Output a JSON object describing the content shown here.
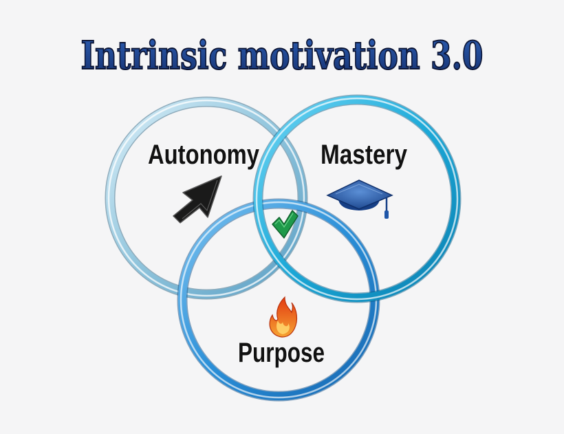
{
  "title": "Intrinsic motivation 3.0",
  "circles": [
    {
      "id": "autonomy",
      "label": "Autonomy",
      "icon": "cursor-arrow-icon",
      "ring_color": "#8fc4dc"
    },
    {
      "id": "mastery",
      "label": "Mastery",
      "icon": "graduation-cap-icon",
      "ring_color": "#1ca9d8"
    },
    {
      "id": "purpose",
      "label": "Purpose",
      "icon": "flame-icon",
      "ring_color": "#2a8fd8"
    }
  ],
  "center_icon": "checkmark-icon",
  "colors": {
    "title_fill": "#1d3f86",
    "title_outline": "#0c1535",
    "label_fill": "#111111",
    "cap_color": "#1f56a8",
    "flame_color": "#f05a1c",
    "check_color": "#1e9a4a",
    "background": "#f5f5f6"
  }
}
